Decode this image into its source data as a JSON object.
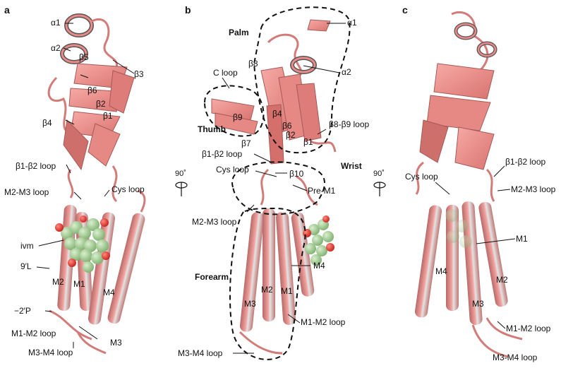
{
  "panels": {
    "a": "a",
    "b": "b",
    "c": "c"
  },
  "rotation": {
    "left": "90˚",
    "right": "90˚"
  },
  "panel_a": {
    "a1": "α1",
    "a2": "α2",
    "b5": "β5",
    "b3": "β3",
    "b6": "β6",
    "b2": "β2",
    "b1": "β1",
    "b4": "β4",
    "b1b2": "β1-β2 loop",
    "m2m3": "M2-M3 loop",
    "cys": "Cys loop",
    "ivm": "ivm",
    "l9": "9′L",
    "m2": "M2",
    "m1": "M1",
    "m4": "M4",
    "p2": "−2′P",
    "m1m2": "M1-M2 loop",
    "m3": "M3",
    "m3m4": "M3-M4 loop"
  },
  "panel_b": {
    "palm": "Palm",
    "a1": "α1",
    "b8": "β8",
    "a2": "α2",
    "cloop": "C loop",
    "b9": "β9",
    "b4": "β4",
    "b6": "β6",
    "b2": "β2",
    "b1": "β1",
    "thumb": "Thumb",
    "b8b9": "β8-β9 loop",
    "b7": "β7",
    "b1b2": "β1-β2 loop",
    "wrist": "Wrist",
    "cys": "Cys loop",
    "b10": "β10",
    "prem1": "Pre-M1",
    "m2m3": "M2-M3 loop",
    "forearm": "Forearm",
    "m4": "M4",
    "m2": "M2",
    "m1": "M1",
    "m3": "M3",
    "m1m2": "M1-M2 loop",
    "m3m4": "M3-M4 loop"
  },
  "panel_c": {
    "b1b2": "β1-β2 loop",
    "cys": "Cys loop",
    "m2m3": "M2-M3 loop",
    "m1": "M1",
    "m4": "M4",
    "m2": "M2",
    "m3": "M3",
    "m1m2": "M1-M2 loop",
    "m3m4": "M3-M4 loop"
  },
  "colors": {
    "helix": "#e88a87",
    "helix_dark": "#a55a58",
    "sheet": "#f29a96",
    "ligand": "#9acd8e",
    "oxygen": "#e0302a"
  }
}
